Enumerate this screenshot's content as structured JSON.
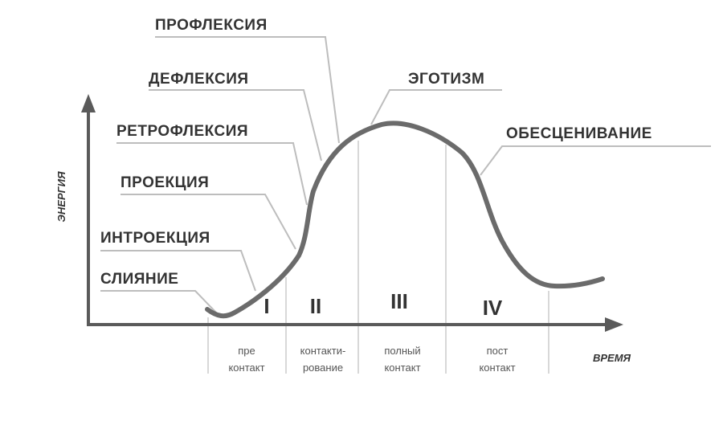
{
  "axes": {
    "y_label": "энергия",
    "x_label": "время"
  },
  "stages": [
    {
      "numeral": "I",
      "line1": "пре",
      "line2": "контакт"
    },
    {
      "numeral": "II",
      "line1": "контакти-",
      "line2": "рование"
    },
    {
      "numeral": "III",
      "line1": "полный",
      "line2": "контакт"
    },
    {
      "numeral": "IV",
      "line1": "пост",
      "line2": "контакт"
    }
  ],
  "labels": [
    "ПРОФЛЕКСИЯ",
    "ДЕФЛЕКСИЯ",
    "ЭГОТИЗМ",
    "РЕТРОФЛЕКСИЯ",
    "ОБЕСЦЕНИВАНИЕ",
    "ПРОЕКЦИЯ",
    "ИНТРОЕКЦИЯ",
    "СЛИЯНИЕ"
  ],
  "colors": {
    "curve": "#6b6b6b",
    "axis": "#5a5a5a",
    "text": "#333333"
  }
}
